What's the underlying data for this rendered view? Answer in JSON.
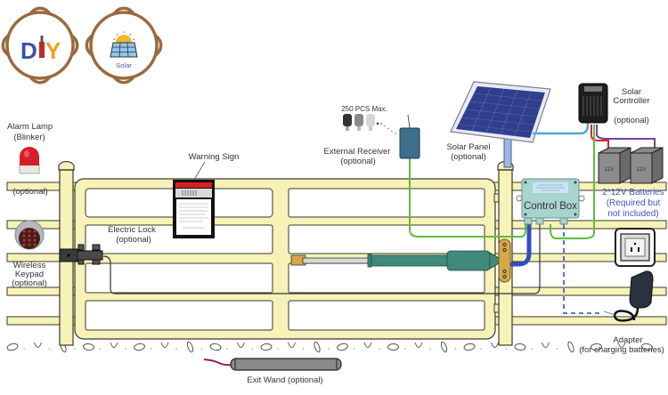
{
  "badges": {
    "diy": {
      "text_d": "D",
      "text_y": "Y",
      "colors": {
        "d": "#3a4fb0",
        "y": "#f0a020",
        "i": "#c0282a"
      }
    },
    "solar": {
      "label": "Solar"
    },
    "frame_color": "#9a6a3e"
  },
  "components": {
    "alarm_lamp": {
      "title": "Alarm Lamp",
      "subtitle": "(Blinker)",
      "note": "(optional)"
    },
    "wireless_keypad": {
      "line1": "Wireless",
      "line2": "Keypad",
      "line3": "(optional)"
    },
    "electric_lock": {
      "title": "Electric Lock",
      "note": "(optional)"
    },
    "warning_sign": {
      "title": "Warning Sign"
    },
    "external_receiver": {
      "max": "250 PCS Max.",
      "title": "External Receiver",
      "note": "(optional)"
    },
    "solar_panel": {
      "title": "Solar Panel",
      "note": "(optional)"
    },
    "solar_controller": {
      "line1": "Solar",
      "line2": "Controller",
      "note": "(optional)"
    },
    "batteries": {
      "title": "2*12V Batteries",
      "line2": "(Required but",
      "line3": "not included)",
      "cell_label": "12V"
    },
    "control_box": {
      "title": "Control Box"
    },
    "adapter": {
      "title": "Adapter",
      "note": "(for charging batteries)"
    },
    "exit_wand": {
      "title": "Exit Wand (optional)"
    }
  },
  "colors": {
    "fence_fill": "#f7f2b8",
    "fence_stroke": "#3a3a2a",
    "green_wire": "#5cbf3a",
    "blue_cable": "#2f4fbf",
    "solar_wire": "#4fa8d8",
    "purple_wire": "#7a3fa0",
    "red_wire": "#d62828",
    "actuator": "#3f8a7a",
    "control_box": "#a8d4d0",
    "label_blue": "#3a54c4"
  }
}
